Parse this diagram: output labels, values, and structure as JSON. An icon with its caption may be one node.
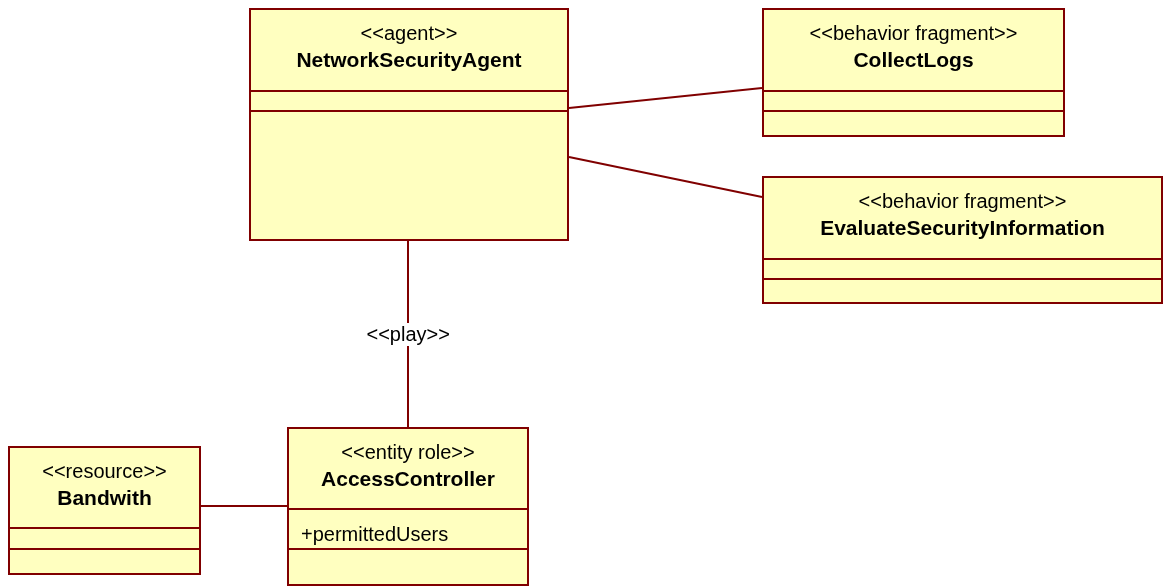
{
  "diagram": {
    "nodes": [
      {
        "text": [
          "<<agent>>",
          "NetworkSecurityAgent"
        ]
      },
      {
        "text": [
          "<<behavior fragment>>",
          "CollectLogs"
        ]
      },
      {
        "text": [
          "<<behavior fragment>>",
          "EvaluateSecurityInformation"
        ]
      },
      {
        "text": [
          "<<resource>>",
          "Bandwith"
        ]
      },
      {
        "text": [
          "<<entity role>>",
          "AccessController",
          "+permittedUsers"
        ]
      }
    ],
    "edges": [
      {
        "from": 0,
        "to": 1,
        "arrow": "none"
      },
      {
        "from": 0,
        "to": 2,
        "arrow": "none"
      },
      {
        "from": 0,
        "to": 4,
        "arrow": "none",
        "label": "<<play>>"
      },
      {
        "from": 3,
        "to": 4,
        "arrow": "none"
      }
    ]
  }
}
